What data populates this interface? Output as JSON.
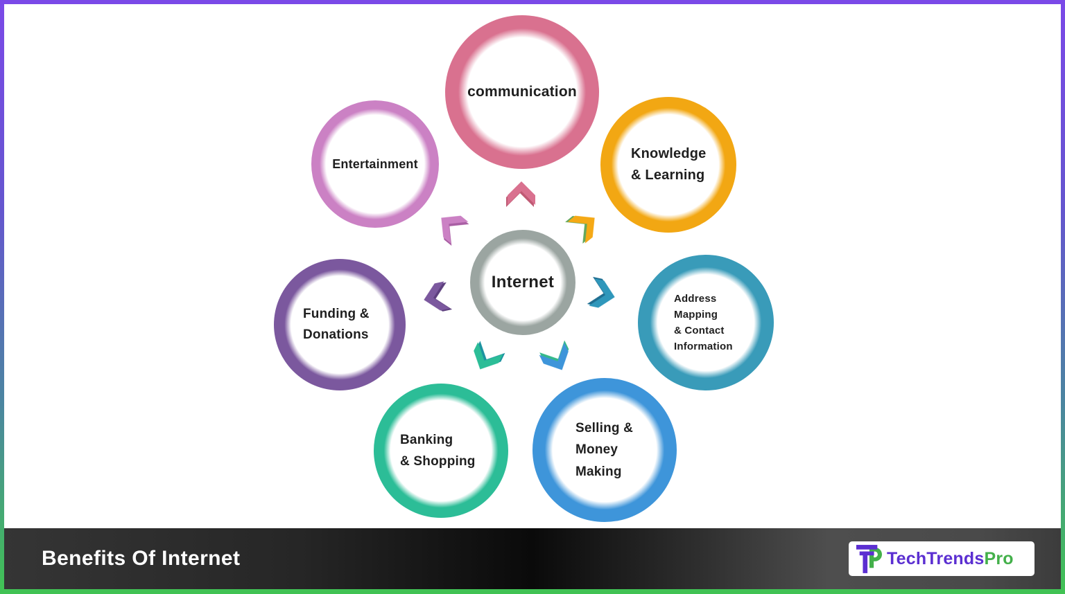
{
  "frame": {
    "border_top_color": "#7b49e8",
    "border_bottom_color": "#41c353",
    "background": "#ffffff"
  },
  "diagram": {
    "center": {
      "label": "Internet",
      "ring_color": "#9ba5a1",
      "text_color": "#1f1f1f"
    },
    "nodes": [
      {
        "id": "communication",
        "label": "communication",
        "ring_color": "#d9718f",
        "arrow_color": "#d9718f",
        "arrow_edge_color": "#c05a74"
      },
      {
        "id": "entertainment",
        "label": "Entertainment",
        "ring_color": "#cb81c4",
        "arrow_color": "#cb81c4",
        "arrow_edge_color": "#a95fa4"
      },
      {
        "id": "knowledge-learning",
        "label": "Knowledge\n& Learning",
        "ring_color": "#f2a713",
        "arrow_color": "#f5a916",
        "arrow_edge_color": "#63a85d"
      },
      {
        "id": "funding-donations",
        "label": "Funding &\nDonations",
        "ring_color": "#7b589e",
        "arrow_color": "#7b589e",
        "arrow_edge_color": "#5d3f7e"
      },
      {
        "id": "address-mapping",
        "label": "Address\nMapping\n& Contact\nInformation",
        "ring_color": "#399bb9",
        "arrow_color": "#2f97bb",
        "arrow_edge_color": "#1f6e91"
      },
      {
        "id": "banking-shopping",
        "label": "Banking\n& Shopping",
        "ring_color": "#2cbd97",
        "arrow_color": "#2cbd97",
        "arrow_edge_color": "#1b93a0"
      },
      {
        "id": "selling-money-making",
        "label": "Selling &\nMoney\nMaking",
        "ring_color": "#3e95da",
        "arrow_color": "#3e95da",
        "arrow_edge_color": "#35b98a"
      }
    ]
  },
  "footer": {
    "title": "Benefits Of Internet",
    "title_color": "#ffffff",
    "brand": {
      "name_primary": "TechTrends",
      "name_accent": "Pro",
      "primary_color": "#5b2fd1",
      "accent_color": "#43b04a"
    }
  }
}
